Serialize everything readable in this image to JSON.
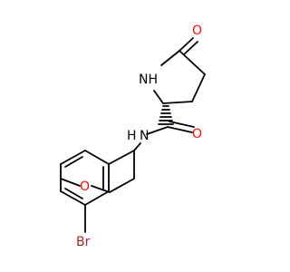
{
  "molecule": {
    "atoms": {
      "nh_ring": "NH",
      "o_carbonyl_ring": "O",
      "nh_amide": "N",
      "h_amide": "H",
      "o_amide": "O",
      "o_ether": "O",
      "br": "Br"
    },
    "colors": {
      "bond": "#000000",
      "nitrogen": "#000000",
      "oxygen": "#ff0d0d",
      "bromine": "#a62929"
    }
  }
}
